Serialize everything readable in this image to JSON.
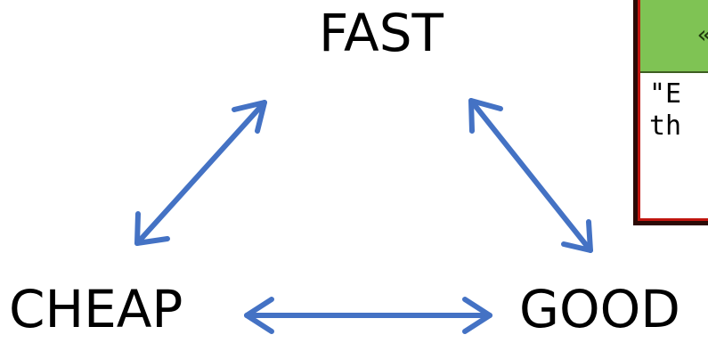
{
  "diagram": {
    "nodes": {
      "fast": "FAST",
      "cheap": "CHEAP",
      "good": "GOOD"
    },
    "arrow_color": "#4472c4",
    "edges": [
      {
        "from": "fast",
        "to": "cheap",
        "direction": "both"
      },
      {
        "from": "fast",
        "to": "good",
        "direction": "both"
      },
      {
        "from": "cheap",
        "to": "good",
        "direction": "both"
      }
    ]
  },
  "quote_card": {
    "header_text": "«",
    "body_lines": [
      "\"E",
      "th"
    ],
    "header_color": "#7fc354",
    "border_color": "#c0150f"
  }
}
